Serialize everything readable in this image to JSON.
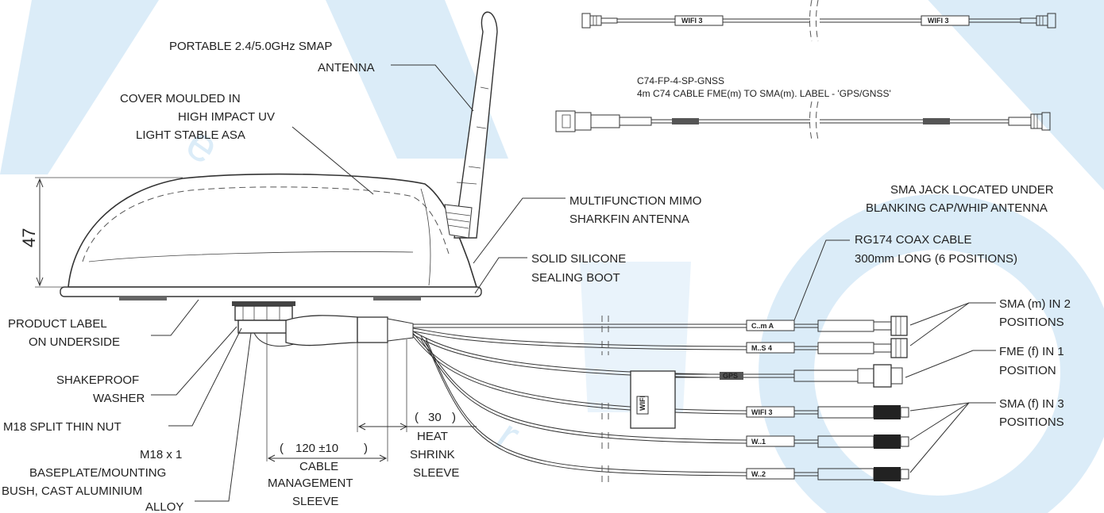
{
  "colors": {
    "watermark": "#cfe6f6",
    "line": "#333333"
  },
  "top_cable": {
    "label_left": "WIFI 3",
    "label_right": "WIFI 3"
  },
  "gnss_cable": {
    "part_number": "C74-FP-4-SP-GNSS",
    "description": "4m C74 CABLE FME(m) TO SMA(m). LABEL - 'GPS/GNSS'"
  },
  "callouts": {
    "smap_antenna": [
      "PORTABLE 2.4/5.0GHz SMAP",
      "ANTENNA"
    ],
    "cover": [
      "COVER MOULDED IN",
      "HIGH IMPACT UV",
      "LIGHT STABLE ASA"
    ],
    "height_dim": "47",
    "mimo": [
      "MULTIFUNCTION MIMO",
      "SHARKFIN ANTENNA"
    ],
    "sma_jack": [
      "SMA JACK LOCATED UNDER",
      "BLANKING CAP/WHIP ANTENNA"
    ],
    "rg174": [
      "RG174 COAX CABLE",
      "300mm LONG (6 POSITIONS)"
    ],
    "boot": [
      "SOLID SILICONE",
      "SEALING BOOT"
    ],
    "product_label": [
      "PRODUCT LABEL",
      "ON UNDERSIDE"
    ],
    "washer": [
      "SHAKEPROOF",
      "WASHER"
    ],
    "nut": "M18 SPLIT THIN NUT",
    "baseplate": [
      "M18 x 1",
      "BASEPLATE/MOUNTING",
      "BUSH, CAST ALUMINIUM",
      "ALLOY"
    ],
    "cable_mgmt_dim": "120 ±10",
    "cable_mgmt": [
      "CABLE",
      "MANAGEMENT",
      "SLEEVE"
    ],
    "heat_shrink_dim": "30",
    "heat_shrink": [
      "HEAT",
      "SHRINK",
      "SLEEVE"
    ],
    "sma_m": [
      "SMA (m) IN 2",
      "POSITIONS"
    ],
    "fme_f": [
      "FME (f) IN 1",
      "POSITION"
    ],
    "sma_f": [
      "SMA (f) IN 3",
      "POSITIONS"
    ]
  },
  "cable_tags": [
    "C..m A",
    "M..S 4",
    "GPS",
    "WIFI 3",
    "W..1",
    "W..2"
  ],
  "splitter_label": "WIFI"
}
